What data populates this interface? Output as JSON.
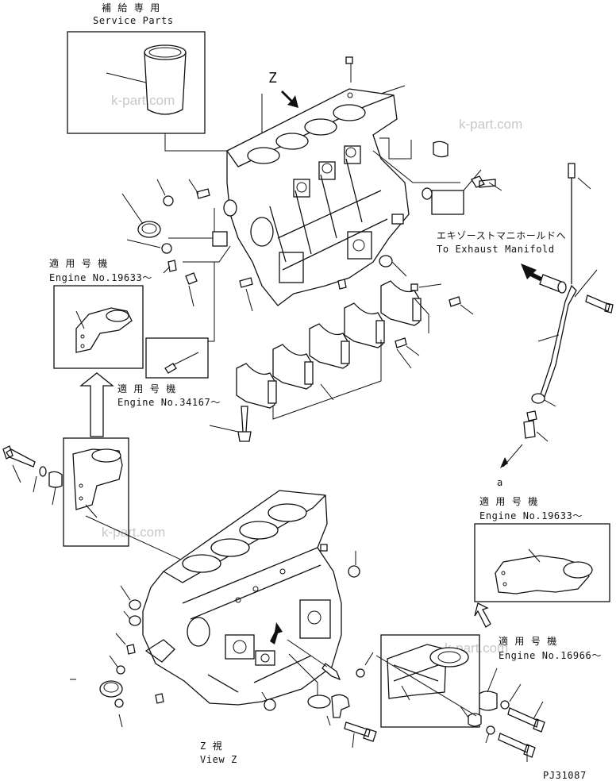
{
  "service_parts": {
    "jp": "補 給 専 用",
    "en": "Service Parts"
  },
  "view_z_arrow": "Z",
  "engine_19633_top": {
    "jp": "適 用 号 機",
    "en": "Engine No.19633～"
  },
  "engine_34167": {
    "jp": "適 用 号 機",
    "en": "Engine No.34167～"
  },
  "exhaust_manifold": {
    "jp": "エキゾーストマニホールドへ",
    "en": "To Exhaust Manifold"
  },
  "marker_a": "a",
  "engine_19633_right": {
    "jp": "適 用 号 機",
    "en": "Engine No.19633～"
  },
  "engine_16966": {
    "jp": "適 用 号 機",
    "en": "Engine No.16966～"
  },
  "view_z": {
    "jp": "Z  視",
    "en": "View Z"
  },
  "code": "PJ31087",
  "watermark": "k-part.com"
}
